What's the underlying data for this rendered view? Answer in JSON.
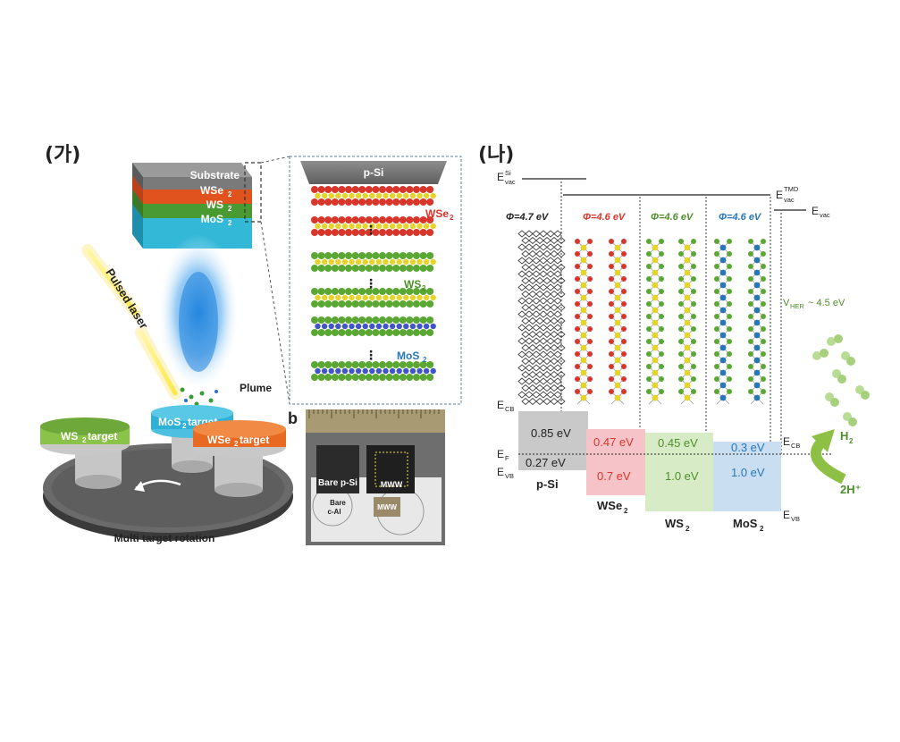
{
  "panels": {
    "left": "(가)",
    "right": "(나)",
    "photo": "b"
  },
  "stack": {
    "substrate": "Substrate",
    "wse2": "WSe",
    "ws2": "WS",
    "mos2": "MoS",
    "sub_index": "2"
  },
  "detail": {
    "top": "p-Si",
    "wse2": "WSe",
    "ws2": "WS",
    "mos2": "MoS"
  },
  "chamber": {
    "laser": "Pulsed laser",
    "plume": "Plume",
    "ws2_target": "WS",
    "mos2_target": "MoS",
    "wse2_target": "WSe",
    "target_word": "target",
    "rotation": "Multi target rotation"
  },
  "photo": {
    "bare_psi": "Bare p-Si",
    "mww_top": "MWW",
    "bare_sapphire_1": "Bare",
    "bare_sapphire_2": "c-Al",
    "mww_bottom": "MWW"
  },
  "band": {
    "evac_si": "E",
    "evac_si_sub": "vac",
    "evac_si_sup": "Si",
    "evac_tmd": "E",
    "evac_tmd_sub": "vac",
    "evac_tmd_sup": "TMD",
    "evac": "E",
    "evac_sub": "vac",
    "phi_psi": "Φ=4.7 eV",
    "phi_wse2": "Φ=4.6 eV",
    "phi_ws2": "Φ=4.6 eV",
    "phi_mos2": "Φ=4.6 eV",
    "vher": "V",
    "vher_sub": "HER",
    "vher_val": " ~ 4.5 eV",
    "ecb": "E",
    "ecb_sub": "CB",
    "ef": "E",
    "ef_sub": "F",
    "evb": "E",
    "evb_sub": "VB",
    "psi_cb": "0.85 eV",
    "psi_vb": "0.27 eV",
    "wse2_cb": "0.47 eV",
    "wse2_vb": "0.7 eV",
    "ws2_cb": "0.45 eV",
    "ws2_vb": "1.0 eV",
    "mos2_cb": "0.3 eV",
    "mos2_vb": "1.0 eV",
    "psi_name": "p-Si",
    "wse2_name": "WSe",
    "ws2_name": "WS",
    "mos2_name": "MoS",
    "ecb_right": "E",
    "ecb_right_sub": "CB",
    "evb_right": "E",
    "evb_right_sub": "VB",
    "h2": "H",
    "h2_sub": "2",
    "proton": "2H⁺"
  },
  "colors": {
    "wse2": "#d9362b",
    "ws2": "#4e8f2a",
    "mos2": "#2777b8",
    "psi_band": "#c9c9c9",
    "wse2_band": "#f6c4c8",
    "ws2_band": "#d7ecc6",
    "mos2_band": "#c9def1",
    "arrow_green": "#8dc044"
  }
}
